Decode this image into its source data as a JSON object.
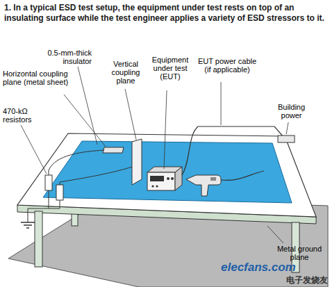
{
  "diagram": {
    "caption": "1. In a typical ESD test setup, the equipment under test rests on top of an insulating surface while the test engineer applies a variety of ESD stressors to it.",
    "labels": [
      "0.5-mm-thick insulator",
      "Horizontal coupling plane (metal sheet)",
      "470-kΩ resistors",
      "Vertical coupling plane",
      "Equipment under test (EUT)",
      "EUT power cable (if applicable)",
      "Building power",
      "Metal ground plane",
      "elecfans.com",
      "电子发烧友"
    ]
  }
}
